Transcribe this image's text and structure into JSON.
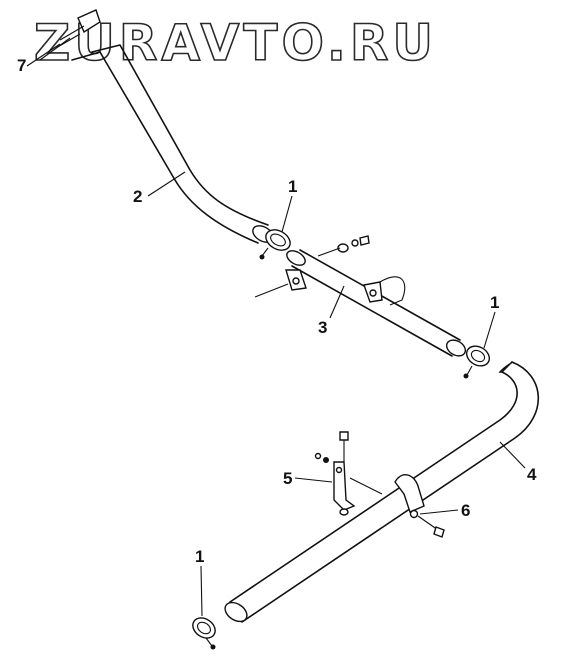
{
  "watermark": "ZURAVTO.RU",
  "callouts": {
    "clamp_top": "1",
    "pipe_upper": "2",
    "pipe_middle": "3",
    "clamp_middle": "1",
    "pipe_lower": "4",
    "bracket": "5",
    "bolt": "6",
    "clamp_bottom": "1",
    "tip": "7"
  },
  "colors": {
    "ink": "#111111",
    "paper": "#ffffff"
  }
}
